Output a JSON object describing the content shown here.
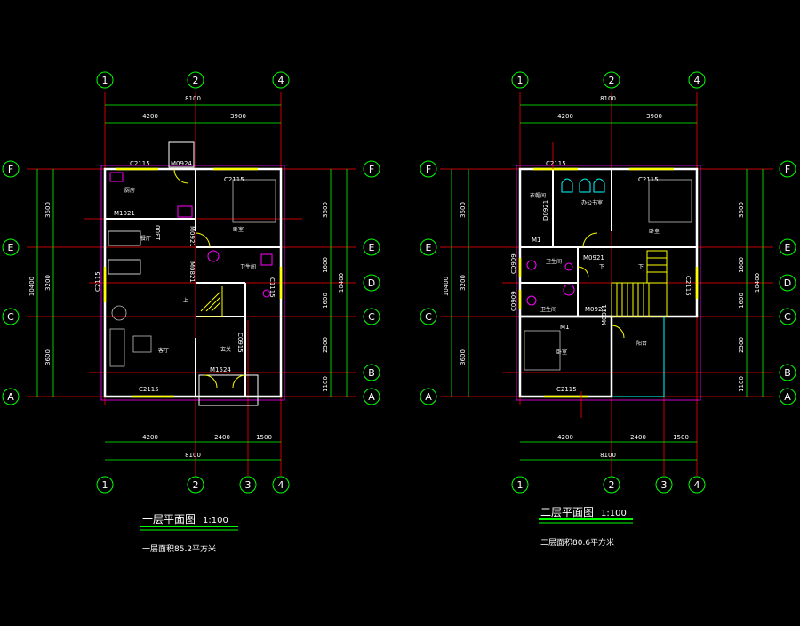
{
  "colors": {
    "background": "#000000",
    "axis_line": "#ff0000",
    "dimension": "#00ff00",
    "axis_bubble": "#00ff00",
    "wall": "#ffffff",
    "wall_outline": "#ff00ff",
    "window": "#ffff00",
    "fixture": "#ff00ff",
    "furniture": "#c0c0c0",
    "text": "#ffffff",
    "door": "#ffff00",
    "interior_line": "#00ffff"
  },
  "plans": [
    {
      "id": "first",
      "title": "一层平面图",
      "scale": "1:100",
      "area_note": "一层面积85.2平方米",
      "axes_top": [
        "1",
        "2",
        "4"
      ],
      "axes_bottom": [
        "1",
        "2",
        "3",
        "4"
      ],
      "axes_left": [
        "F",
        "E",
        "D",
        "C",
        "B",
        "A"
      ],
      "dims_top_total": "8100",
      "dims_top_parts": [
        "4200",
        "3900"
      ],
      "dims_bottom_total": "8100",
      "dims_bottom_parts": [
        "4200",
        "2400",
        "1500"
      ],
      "dims_left_total": "10400",
      "dims_left_parts": [
        "3600",
        "3200",
        "3600"
      ],
      "dims_right_total": "10400",
      "dims_right_parts": [
        "3600",
        "1600",
        "1600",
        "2500",
        "1100"
      ],
      "dims_inner": [
        "1300"
      ],
      "labels": {
        "window_top_left": "C2115",
        "door_top": "M0924",
        "window_top_right": "C2115",
        "kitchen": "厨房",
        "door_m1021": "M1021",
        "dining": "餐厅",
        "door_m0921": "M0921",
        "bedroom": "卧室",
        "door_m0821": "M0821",
        "toilet": "卫生间",
        "window_c1115": "C1115",
        "window_left": "C2115",
        "living": "客厅",
        "entry": "玄关",
        "door_c0915": "C0915",
        "door_main": "M1524",
        "window_bottom": "C2115",
        "stair_up": "上"
      }
    },
    {
      "id": "second",
      "title": "二层平面图",
      "scale": "1:100",
      "area_note": "二层面积80.6平方米",
      "axes_top": [
        "1",
        "2",
        "4"
      ],
      "axes_bottom": [
        "1",
        "2",
        "3",
        "4"
      ],
      "axes_left": [
        "F",
        "E",
        "D",
        "C",
        "B",
        "A"
      ],
      "dims_top_total": "8100",
      "dims_top_parts": [
        "4200",
        "3900"
      ],
      "dims_bottom_total": "8100",
      "dims_bottom_parts": [
        "4200",
        "2400",
        "1500"
      ],
      "dims_left_total": "10400",
      "dims_left_parts": [
        "3600",
        "3200",
        "3600"
      ],
      "dims_right_total": "10400",
      "dims_right_parts": [
        "3600",
        "1600",
        "1600",
        "2500",
        "1100"
      ],
      "labels": {
        "window_top": "C2115",
        "window_top_right": "C2115",
        "closet": "衣帽间",
        "study": "办公书室",
        "bedroom_top": "卧室",
        "door_m1_top": "M1",
        "door_d0921": "D0921",
        "door_m0921_a": "M0921",
        "stair_down_a": "下",
        "stair_down_b": "下",
        "window_c0909_a": "C0909",
        "window_c0909_b": "C0909",
        "toilet_a": "卫生间",
        "toilet_b": "卫生间",
        "door_m0921_b": "M0921",
        "window_c2115_right": "C2115",
        "door_m1_mid": "M1",
        "door_m0921_c": "M0921",
        "bedroom_bottom": "卧室",
        "balcony": "阳台",
        "window_bottom": "C2115"
      }
    }
  ]
}
